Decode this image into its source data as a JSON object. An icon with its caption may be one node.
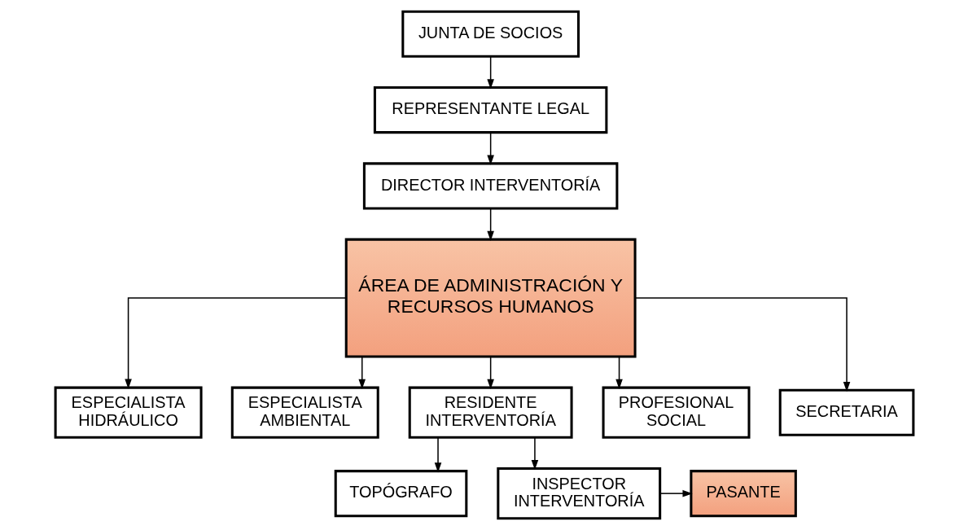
{
  "diagram": {
    "nodes": [
      {
        "text": [
          "JUNTA DE SOCIOS"
        ]
      },
      {
        "text": [
          "REPRESENTANTE LEGAL"
        ]
      },
      {
        "text": [
          "DIRECTOR INTERVENTORÍA"
        ]
      },
      {
        "text": [
          "ÁREA DE ADMINISTRACIÓN Y RECURSOS HUMANOS"
        ]
      },
      {
        "text": [
          "ESPECIALISTA HIDRÁULICO"
        ]
      },
      {
        "text": [
          "ESPECIALISTA AMBIENTAL"
        ]
      },
      {
        "text": [
          "RESIDENTE INTERVENTORÍA"
        ]
      },
      {
        "text": [
          "PROFESIONAL SOCIAL"
        ]
      },
      {
        "text": [
          "SECRETARIA"
        ]
      },
      {
        "text": [
          "TOPÓGRAFO"
        ]
      },
      {
        "text": [
          "INSPECTOR INTERVENTORÍA"
        ]
      },
      {
        "text": [
          "PASANTE"
        ]
      }
    ],
    "edges": [
      {
        "from": 0,
        "to": 1,
        "arrow": "to"
      },
      {
        "from": 1,
        "to": 2,
        "arrow": "to"
      },
      {
        "from": 2,
        "to": 3,
        "arrow": "to"
      },
      {
        "from": 3,
        "to": 4,
        "arrow": "to"
      },
      {
        "from": 3,
        "to": 5,
        "arrow": "to"
      },
      {
        "from": 3,
        "to": 6,
        "arrow": "to"
      },
      {
        "from": 3,
        "to": 7,
        "arrow": "to"
      },
      {
        "from": 3,
        "to": 8,
        "arrow": "to"
      },
      {
        "from": 6,
        "to": 9,
        "arrow": "to"
      },
      {
        "from": 6,
        "to": 10,
        "arrow": "to"
      },
      {
        "from": 10,
        "to": 11,
        "arrow": "to"
      }
    ]
  }
}
